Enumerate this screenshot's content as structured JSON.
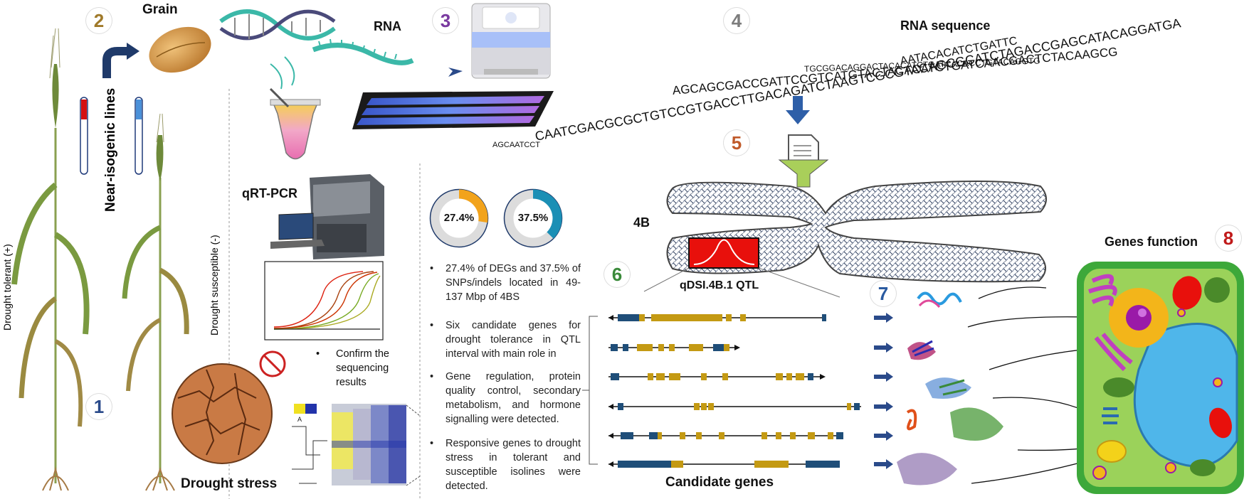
{
  "steps": {
    "s1": "1",
    "s2": "2",
    "s3": "3",
    "s4": "4",
    "s5": "5",
    "s6": "6",
    "s7": "7",
    "s8": "8"
  },
  "labels": {
    "grain": "Grain",
    "rna": "RNA",
    "rna_sequence": "RNA sequence",
    "near_isogenic": "Near-isogenic lines",
    "drought_tolerant": "Drought tolerant (+)",
    "drought_susceptible": "Drought susceptible (-)",
    "qrt_pcr": "qRT-PCR",
    "drought_stress": "Drought stress",
    "chromosome": "4B",
    "qtl": "qDSI.4B.1 QTL",
    "candidate_genes": "Candidate genes",
    "genes_function": "Genes function",
    "heatmap_key": "A"
  },
  "donuts": [
    {
      "value_label": "27.4%",
      "fraction": 0.274,
      "color": "#f2a31b"
    },
    {
      "value_label": "37.5%",
      "fraction": 0.375,
      "color": "#1b8fb5"
    }
  ],
  "confirm_text": [
    "Confirm the",
    "sequencing",
    "results"
  ],
  "bullets": [
    "27.4% of DEGs and 37.5% of SNPs/indels located in 49-137 Mbp of 4BS",
    "Six candidate genes for drought tolerance in QTL interval with main role in",
    "Gene regulation, protein quality control, secondary metabolism, and hormone signalling were detected.",
    "Responsive genes to drought stress in tolerant and susceptible isolines were detected."
  ],
  "sequences": {
    "line1a": "AGCAATCCT",
    "line1b": "CAATCGACGCGCTGTCCGTGACCTTGACAGATCTAAGTCGCGTACAGCGCATCTAGACCGAGCATACAGGATGA",
    "line2": "AGCAGCGACCGATTCCGTCATGTACTACACATCTGATCAACGACTCTACAAGCG",
    "line3": "TGCGGACAGGACTACACATCTGATCACACCTGTACAGGTG",
    "line4": "AATACACATCTGATTC"
  },
  "colors": {
    "qtl": "#e8100c",
    "gene_exon": "#c49a13",
    "gene_utr": "#1f4e79",
    "cell_wall": "#3da83a",
    "cell_cyto": "#9bd25a",
    "vacuole": "#4fb6ea"
  }
}
